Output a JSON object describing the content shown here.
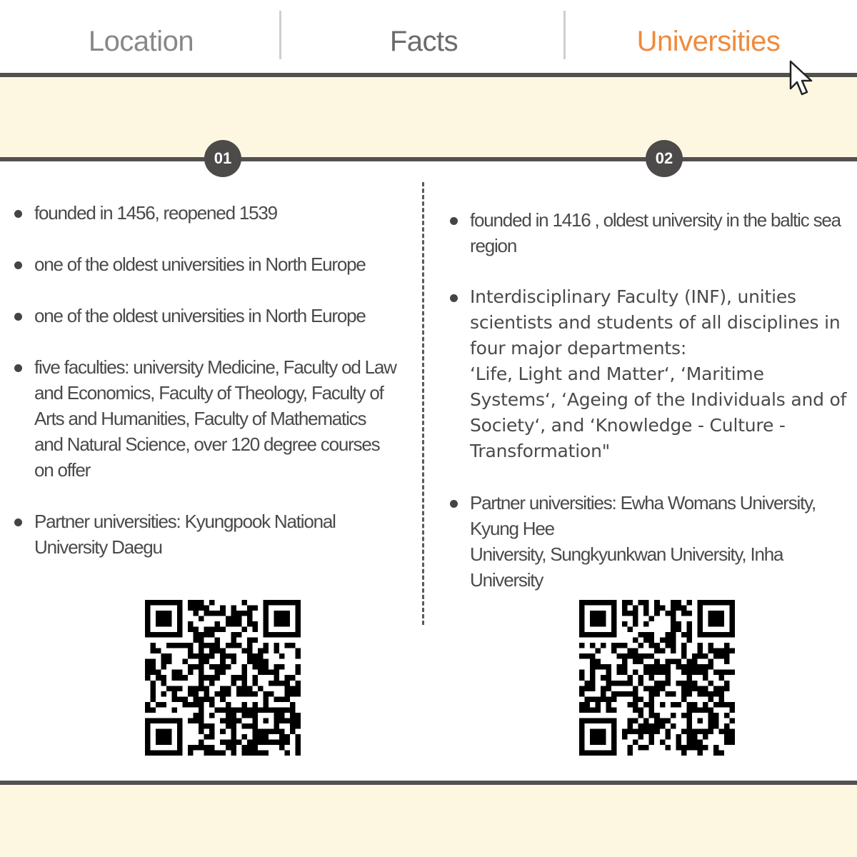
{
  "tabs": [
    {
      "label": "Location"
    },
    {
      "label": "Facts"
    },
    {
      "label": "Universities"
    }
  ],
  "active_tab_color": "#f08a3c",
  "columns": [
    {
      "badge": "01",
      "items": [
        "founded in 1456, reopened 1539",
        " one of the oldest universities in North Europe",
        "one of the oldest universities in North Europe",
        "five faculties: university Medicine, Faculty od Law and Economics, Faculty of Theology, Faculty of Arts and Humanities, Faculty of Mathematics and Natural Science,  over 120 degree courses on offer",
        "Partner universities: Kyungpook National University Daegu"
      ]
    },
    {
      "badge": "02",
      "items": [
        "founded in 1416 , oldest university in the baltic sea region",
        " Interdisciplinary Faculty (INF), unities scientists and students of all disciplines in four major departments:\n‘Life, Light and Matter‘, ‘Maritime Systems‘, ‘Ageing of the Individuals and of Society‘, and ‘Knowledge - Culture - Transformation\"",
        "Partner universities: Ewha Womans University, Kyung Hee\nUniversity, Sungkyunkwan University, Inha University"
      ]
    }
  ],
  "icons": {
    "qr_left": "qr-code-icon",
    "qr_right": "qr-code-icon",
    "cursor": "mouse-pointer-icon"
  }
}
